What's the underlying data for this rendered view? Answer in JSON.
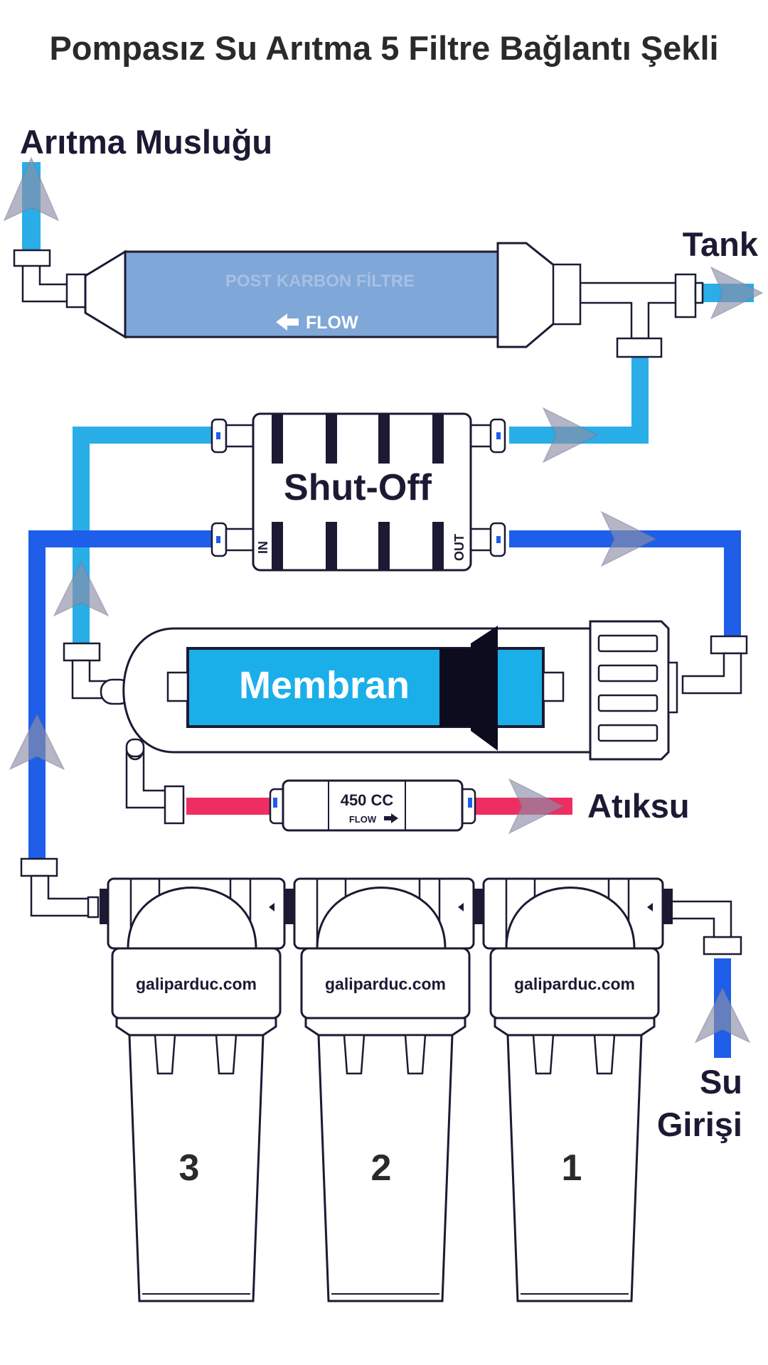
{
  "title": "Pompasız Su Arıtma 5 Filtre Bağlantı Şekli",
  "labels": {
    "faucet": "Arıtma Musluğu",
    "tank": "Tank",
    "waste": "Atıksu",
    "inlet_line1": "Su",
    "inlet_line2": "Girişi"
  },
  "post_filter": {
    "name": "POST KARBON FİLTRE",
    "flow": "FLOW"
  },
  "shutoff": {
    "name": "Shut-Off",
    "in": "IN",
    "out": "OUT"
  },
  "membrane": {
    "name": "Membran"
  },
  "flow_restrictor": {
    "capacity": "450 CC",
    "flow": "FLOW"
  },
  "housings": [
    {
      "number": "3",
      "brand": "galiparduc.com"
    },
    {
      "number": "2",
      "brand": "galiparduc.com"
    },
    {
      "number": "1",
      "brand": "galiparduc.com"
    }
  ],
  "colors": {
    "outline": "#1c1a33",
    "pure_water": "#29aee8",
    "feed_water": "#1e5ee8",
    "waste_water": "#ee2e62",
    "post_filter_body": "#7fa7d8",
    "membrane_body": "#1bafe9",
    "arrow": "#8c8fa8",
    "text": "#1c1a33"
  }
}
